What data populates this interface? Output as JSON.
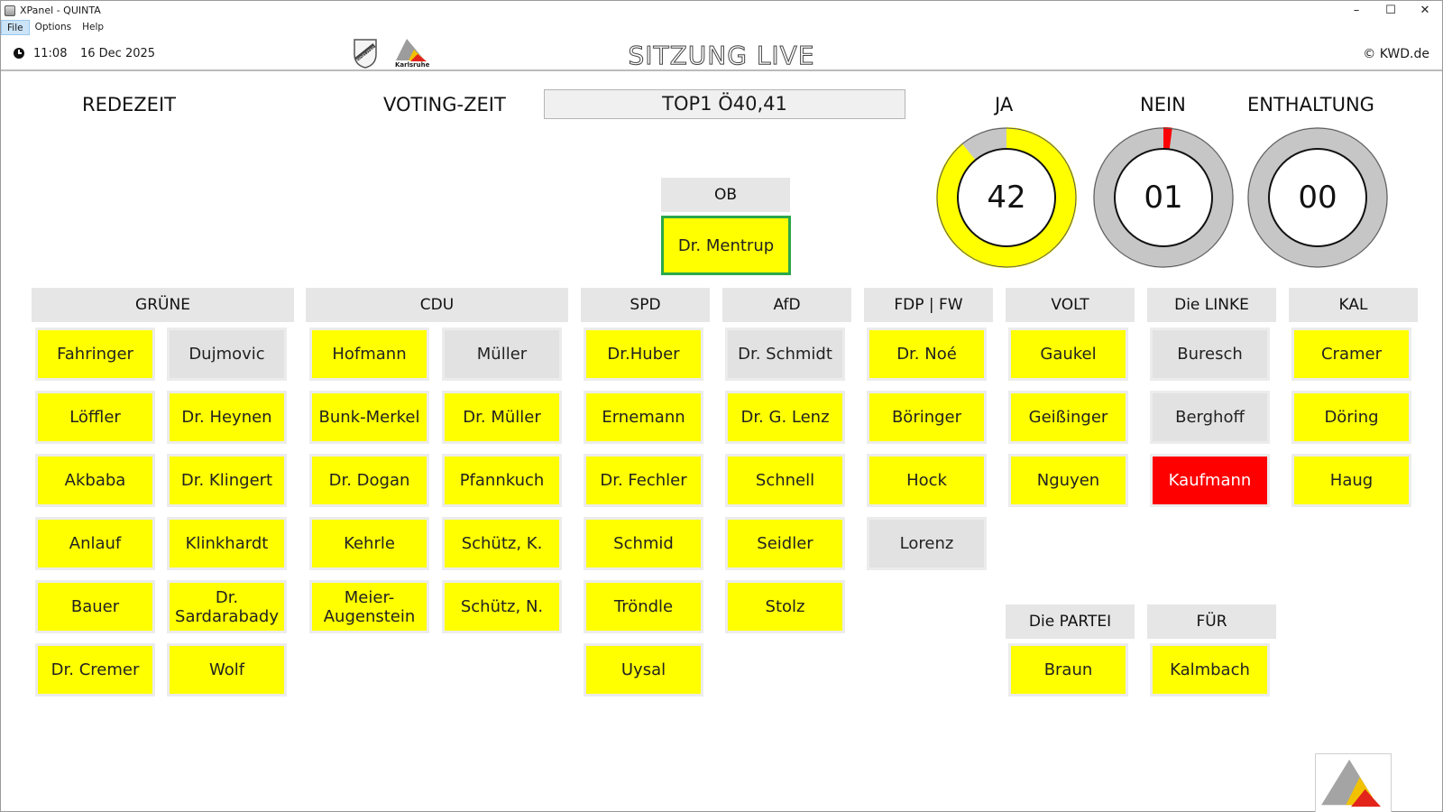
{
  "window": {
    "title": "XPanel - QUINTA",
    "menu": [
      "File",
      "Options",
      "Help"
    ],
    "controls": {
      "minimize": "–",
      "maximize": "☐",
      "close": "✕"
    }
  },
  "status": {
    "time": "11:08",
    "date": "16 Dec 2025",
    "title": "SITZUNG LIVE",
    "copyright": "© KWD.de",
    "city": "Karlsruhe",
    "seal_text": "FIDELITAS"
  },
  "labels": {
    "redezeit": "REDEZEIT",
    "voting_zeit": "VOTING-ZEIT",
    "topic": "TOP1 Ö40,41"
  },
  "votes": {
    "ja": {
      "label": "JA",
      "count": "42",
      "fraction": 0.89,
      "color": "#ffff00"
    },
    "nein": {
      "label": "NEIN",
      "count": "01",
      "fraction": 0.02,
      "color": "#ff0000"
    },
    "enthaltung": {
      "label": "ENTHALTUNG",
      "count": "00",
      "fraction": 0,
      "color": "#ffff00"
    }
  },
  "ob": {
    "label": "OB",
    "name": "Dr. Mentrup",
    "state": "yes"
  },
  "parties": [
    {
      "name": "GRÜNE",
      "members": [
        {
          "name": "Fahringer",
          "state": "yes"
        },
        {
          "name": "Dujmovic",
          "state": "absent"
        },
        {
          "name": "Löffler",
          "state": "yes"
        },
        {
          "name": "Dr. Heynen",
          "state": "yes"
        },
        {
          "name": "Akbaba",
          "state": "yes"
        },
        {
          "name": "Dr. Klingert",
          "state": "yes"
        },
        {
          "name": "Anlauf",
          "state": "yes"
        },
        {
          "name": "Klinkhardt",
          "state": "yes"
        },
        {
          "name": "Bauer",
          "state": "yes"
        },
        {
          "name": "Dr. Sardarabady",
          "state": "yes"
        },
        {
          "name": "Dr. Cremer",
          "state": "yes"
        },
        {
          "name": "Wolf",
          "state": "yes"
        }
      ]
    },
    {
      "name": "CDU",
      "members": [
        {
          "name": "Hofmann",
          "state": "yes"
        },
        {
          "name": "Müller",
          "state": "absent"
        },
        {
          "name": "Bunk-Merkel",
          "state": "yes"
        },
        {
          "name": "Dr. Müller",
          "state": "yes"
        },
        {
          "name": "Dr. Dogan",
          "state": "yes"
        },
        {
          "name": "Pfannkuch",
          "state": "yes"
        },
        {
          "name": "Kehrle",
          "state": "yes"
        },
        {
          "name": "Schütz, K.",
          "state": "yes"
        },
        {
          "name": "Meier-Augenstein",
          "state": "yes"
        },
        {
          "name": "Schütz, N.",
          "state": "yes"
        }
      ]
    },
    {
      "name": "SPD",
      "members": [
        {
          "name": "Dr.Huber",
          "state": "yes"
        },
        {
          "name": "Ernemann",
          "state": "yes"
        },
        {
          "name": "Dr. Fechler",
          "state": "yes"
        },
        {
          "name": "Schmid",
          "state": "yes"
        },
        {
          "name": "Tröndle",
          "state": "yes"
        },
        {
          "name": "Uysal",
          "state": "yes"
        }
      ]
    },
    {
      "name": "AfD",
      "members": [
        {
          "name": "Dr. Schmidt",
          "state": "absent"
        },
        {
          "name": "Dr. G. Lenz",
          "state": "yes"
        },
        {
          "name": "Schnell",
          "state": "yes"
        },
        {
          "name": "Seidler",
          "state": "yes"
        },
        {
          "name": "Stolz",
          "state": "yes"
        }
      ]
    },
    {
      "name": "FDP | FW",
      "members": [
        {
          "name": "Dr. Noé",
          "state": "yes"
        },
        {
          "name": "Böringer",
          "state": "yes"
        },
        {
          "name": "Hock",
          "state": "yes"
        },
        {
          "name": "Lorenz",
          "state": "absent"
        }
      ]
    },
    {
      "name": "VOLT",
      "members": [
        {
          "name": "Gaukel",
          "state": "yes"
        },
        {
          "name": "Geißinger",
          "state": "yes"
        },
        {
          "name": "Nguyen",
          "state": "yes"
        }
      ]
    },
    {
      "name": "Die LINKE",
      "members": [
        {
          "name": "Buresch",
          "state": "absent"
        },
        {
          "name": "Berghoff",
          "state": "absent"
        },
        {
          "name": "Kaufmann",
          "state": "no"
        }
      ]
    },
    {
      "name": "KAL",
      "members": [
        {
          "name": "Cramer",
          "state": "yes"
        },
        {
          "name": "Döring",
          "state": "yes"
        },
        {
          "name": "Haug",
          "state": "yes"
        }
      ]
    },
    {
      "name": "Die PARTEI",
      "members": [
        {
          "name": "Braun",
          "state": "yes"
        }
      ]
    },
    {
      "name": "FÜR",
      "members": [
        {
          "name": "Kalmbach",
          "state": "yes"
        }
      ]
    }
  ]
}
